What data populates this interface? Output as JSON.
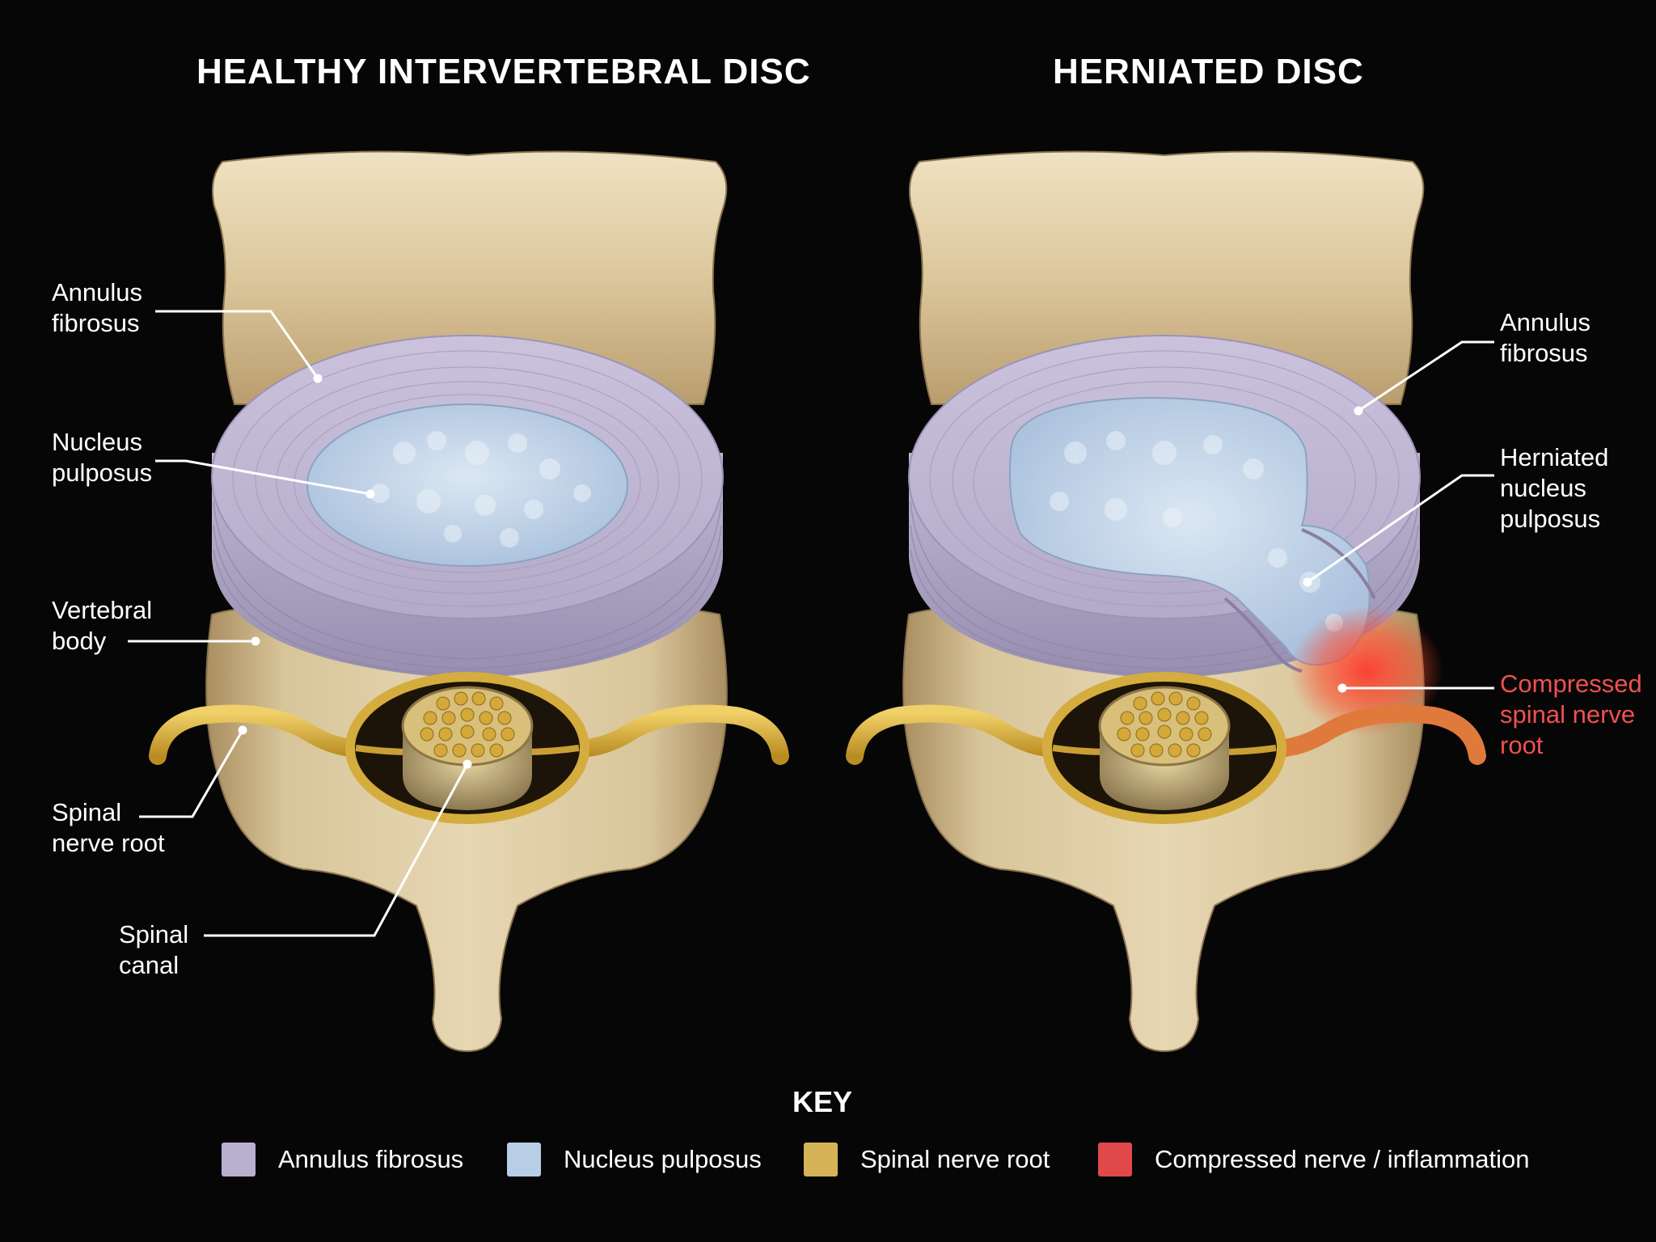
{
  "titles": {
    "healthy": "HEALTHY INTERVERTEBRAL DISC",
    "herniated": "HERNIATED DISC"
  },
  "healthy_labels": {
    "annulus": [
      "Annulus",
      "fibrosus"
    ],
    "nucleus": [
      "Nucleus",
      "pulposus"
    ],
    "vertebral_body": [
      "Vertebral",
      "body"
    ],
    "nerve_root": [
      "Spinal",
      "nerve root"
    ],
    "canal": [
      "Spinal",
      "canal"
    ]
  },
  "herniated_labels": {
    "annulus": [
      "Annulus",
      "fibrosus"
    ],
    "herniated_nucleus": [
      "Herniated",
      "nucleus",
      "pulposus"
    ],
    "compressed_root": [
      "Compressed",
      "spinal nerve",
      "root"
    ]
  },
  "key": {
    "title": "KEY",
    "items": [
      {
        "label": "Annulus fibrosus",
        "color": "#b9b0cf"
      },
      {
        "label": "Nucleus pulposus",
        "color": "#b8cde6"
      },
      {
        "label": "Spinal nerve root",
        "color": "#d7b358"
      },
      {
        "label": "Compressed nerve / inflammation",
        "color": "#e0484a"
      }
    ]
  },
  "colors": {
    "background": "#060606",
    "bone": "#dcc9a0",
    "annulus": "#b9b0cf",
    "nucleus": "#c4d6e8",
    "nerve": "#d4ad3e",
    "inflammation": "#e0484a",
    "label_red": "#f05050"
  }
}
